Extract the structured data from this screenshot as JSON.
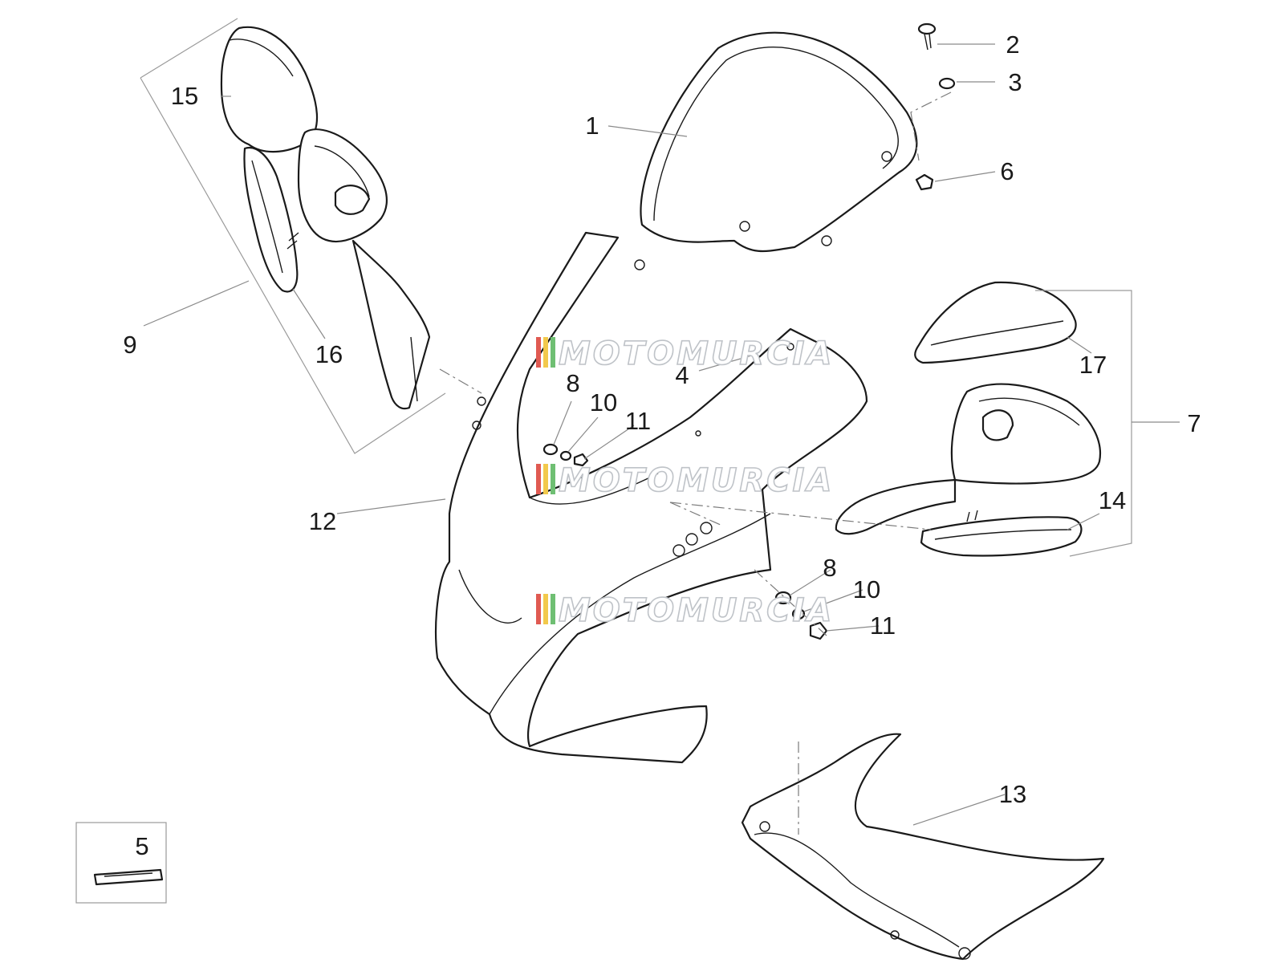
{
  "watermark": {
    "text": "MOTOMURCIA",
    "stripe_colors": [
      "#e05a52",
      "#f2c94c",
      "#6fbf73"
    ]
  },
  "callouts": {
    "c1": "1",
    "c2": "2",
    "c3": "3",
    "c4": "4",
    "c5": "5",
    "c6": "6",
    "c7": "7",
    "c8a": "8",
    "c8b": "8",
    "c9": "9",
    "c10a": "10",
    "c10b": "10",
    "c11a": "11",
    "c11b": "11",
    "c12": "12",
    "c13": "13",
    "c14": "14",
    "c15": "15",
    "c16": "16",
    "c17": "17"
  }
}
